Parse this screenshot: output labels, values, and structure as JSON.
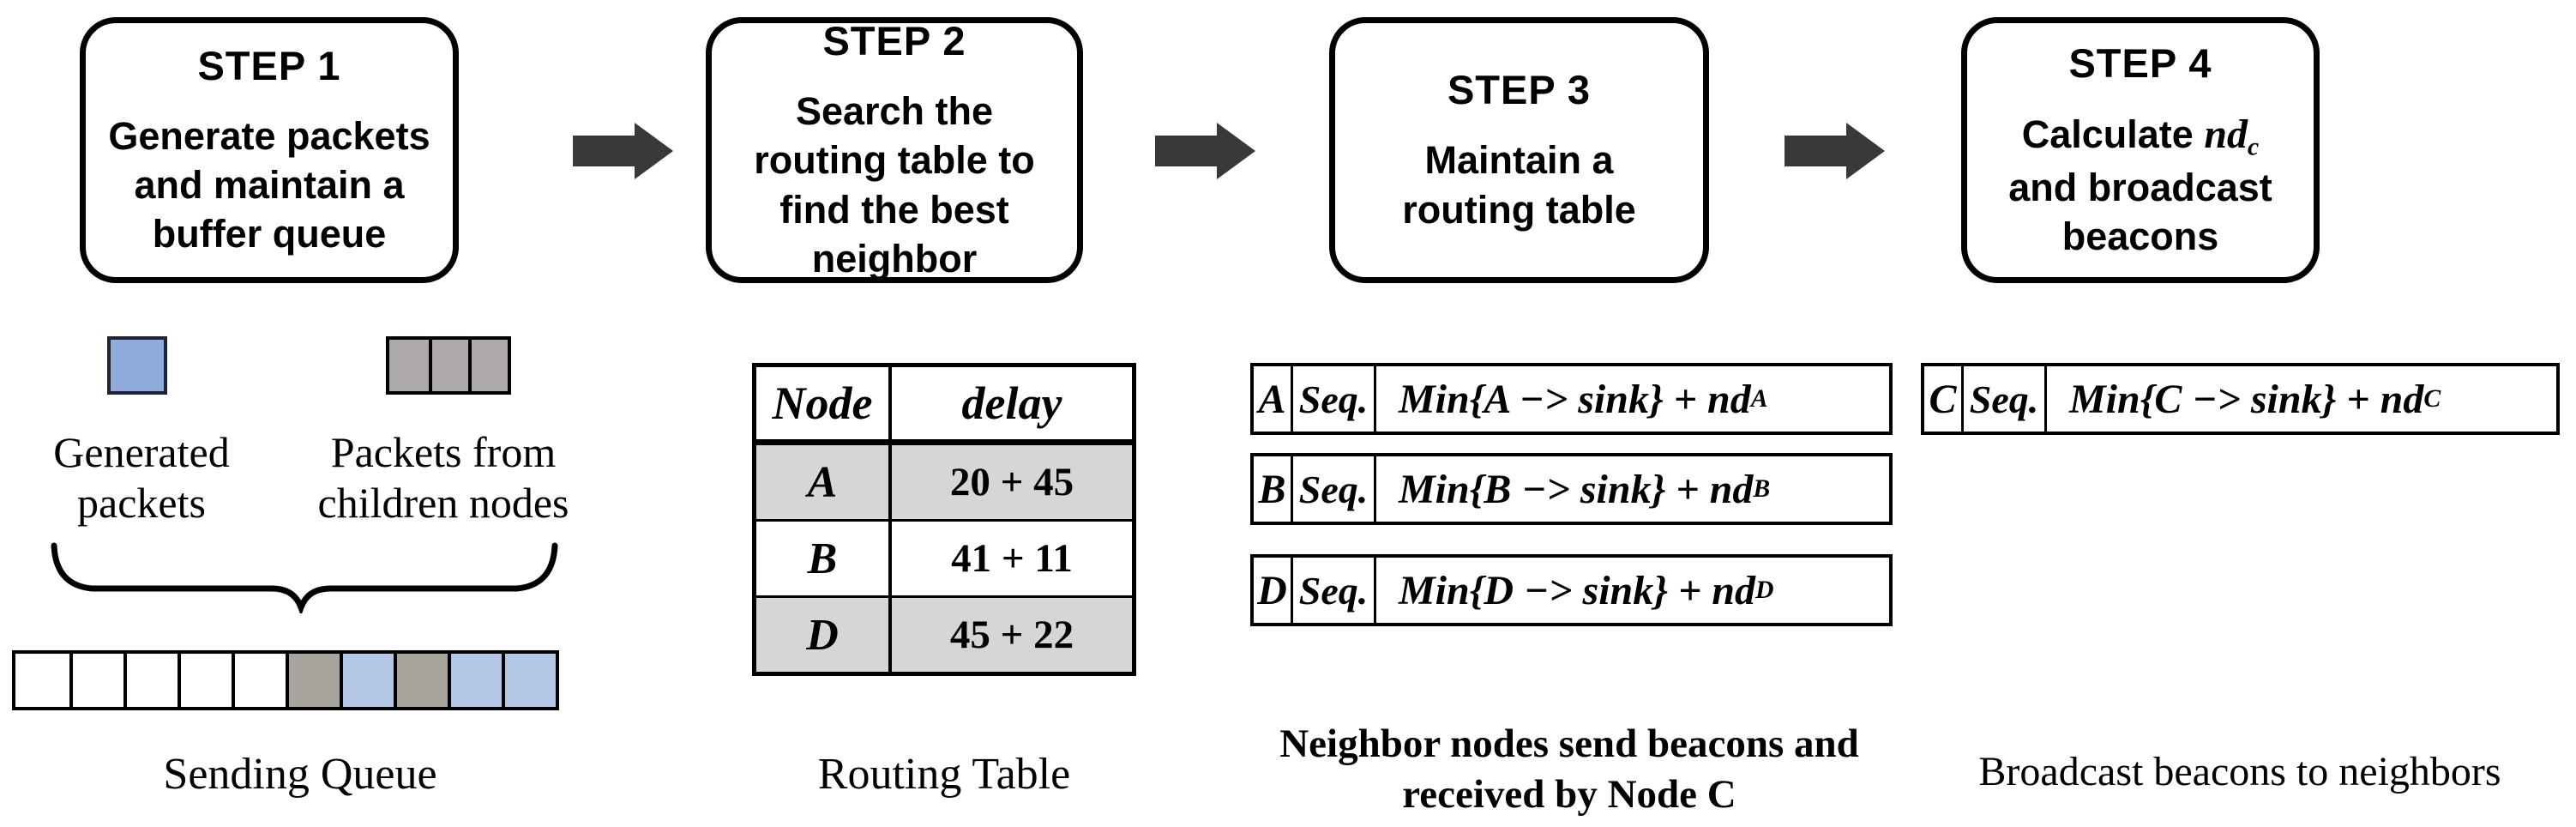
{
  "steps": [
    {
      "title": "STEP 1",
      "body": "Generate packets and maintain a buffer queue"
    },
    {
      "title": "STEP 2",
      "body": "Search the routing table to find the best neighbor"
    },
    {
      "title": "STEP 3",
      "body": "Maintain a routing table"
    },
    {
      "title": "STEP 4",
      "body_prefix": "Calculate ",
      "math_term": "nd",
      "math_sub": "c",
      "body_suffix": " and broadcast beacons"
    }
  ],
  "buffer_graphic": {
    "generated_packets_label": "Generated packets",
    "children_packets_label": "Packets from children nodes",
    "sending_queue_label": "Sending Queue",
    "queue_cells": [
      "white",
      "white",
      "white",
      "white",
      "white",
      "gray",
      "blue",
      "gray",
      "blue",
      "blue"
    ]
  },
  "routing_table": {
    "caption": "Routing Table",
    "headers": {
      "node": "Node",
      "delay": "delay"
    },
    "rows": [
      {
        "node": "A",
        "delay": "20 + 45",
        "shaded": true
      },
      {
        "node": "B",
        "delay": "41 + 11",
        "shaded": false
      },
      {
        "node": "D",
        "delay": "45 + 22",
        "shaded": true
      }
    ]
  },
  "received_beacons": {
    "caption": "Neighbor nodes send beacons and received by Node C",
    "rows": [
      {
        "node": "A",
        "seq": "Seq.",
        "formula": "Min{A −> sink} + nd",
        "sub": "A"
      },
      {
        "node": "B",
        "seq": "Seq.",
        "formula": "Min{B −> sink} + nd",
        "sub": "B"
      },
      {
        "node": "D",
        "seq": "Seq.",
        "formula": "Min{D −> sink} + nd",
        "sub": "D"
      }
    ]
  },
  "broadcast_beacon": {
    "caption": "Broadcast beacons to neighbors",
    "row": {
      "node": "C",
      "seq": "Seq.",
      "formula": "Min{C −> sink} + nd",
      "sub": "C"
    }
  },
  "colors": {
    "arrow": "#3B3838",
    "packet_blue": "#8FAADC",
    "packet_gray": "#AEAAAA",
    "queue_blue": "#B4C7E7",
    "queue_gray": "#A9A39E",
    "row_shade": "#D6D6D6",
    "border": "#000000"
  }
}
